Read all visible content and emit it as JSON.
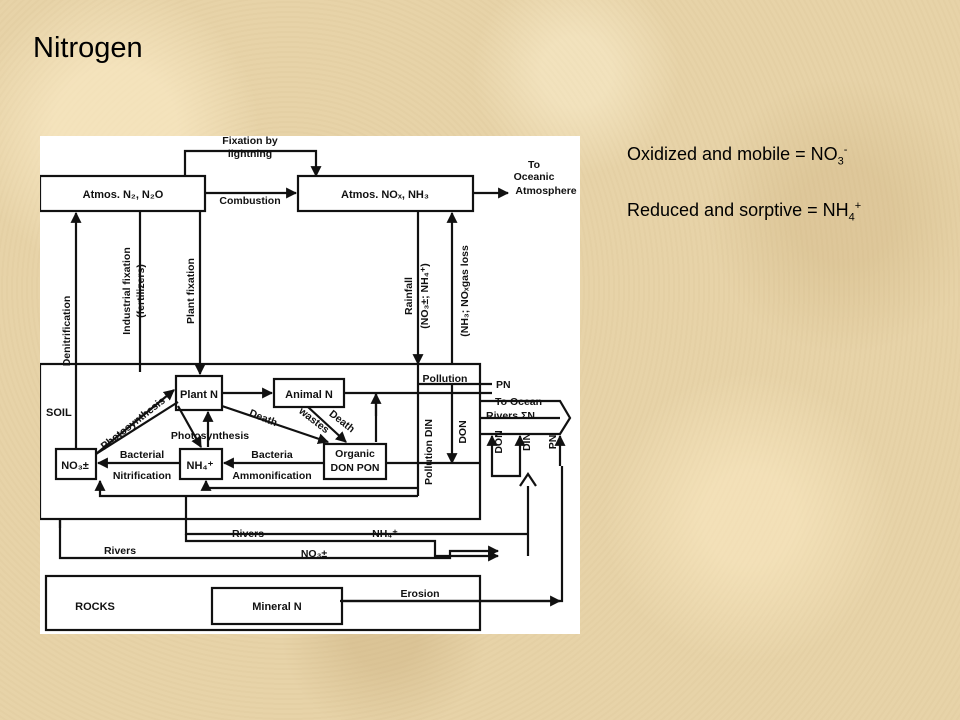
{
  "slide": {
    "title": "Nitrogen",
    "note1": {
      "prefix": "Oxidized and mobile = NO",
      "sub": "3",
      "sup": "-"
    },
    "note2": {
      "prefix": "Reduced and sorptive = NH",
      "sub": "4",
      "sup": "+"
    }
  },
  "diagram": {
    "atmos_n2": "Atmos. N₂, N₂O",
    "atmos_nox": "Atmos. NOₓ, NH₃",
    "fixation_lightning_1": "Fixation by",
    "fixation_lightning_2": "lightning",
    "combustion": "Combustion",
    "to_oceanic_1": "To",
    "to_oceanic_2": "Oceanic",
    "to_oceanic_3": "Atmosphere",
    "denitrification": "Denitrification",
    "industrial_fixation_1": "Industrial fixation",
    "industrial_fixation_2": "(fertilizers)",
    "plant_fixation": "Plant fixation",
    "rainfall_1": "Rainfall",
    "rainfall_2": "(NO₃±; NH₄⁺)",
    "gas_loss": "(NH₃; NOₓgas loss",
    "soil": "SOIL",
    "plant_n": "Plant N",
    "animal_n": "Animal N",
    "pollution": "Pollution",
    "pn_top": "PN",
    "to_ocean": "To Ocean",
    "rivers_sum": "Rivers   ΣN",
    "photosynthesis_diag": "Photosynthesis",
    "photosynthesis": "Photosynthesis",
    "death_1": "Death",
    "death_2": "Death",
    "wastes": "wastes",
    "bacteria": "Bacteria",
    "bacterial": "Bacterial",
    "no3_box": "NO₃±",
    "nh4_box": "NH₄⁺",
    "organic_1": "Organic",
    "organic_2": "DON PON",
    "nitrification": "Nitrification",
    "ammonification": "Ammonification",
    "pollution_din": "Pollution DIN",
    "don_vert": "DON",
    "don_small": "DON",
    "din_small": "DIN",
    "pn_small": "PN",
    "rivers_nh4": "Rivers",
    "nh4_river": "NH₄⁺",
    "rivers_no3": "Rivers",
    "no3_river": "NO₃±",
    "rocks": "ROCKS",
    "mineral_n": "Mineral N",
    "erosion": "Erosion"
  }
}
